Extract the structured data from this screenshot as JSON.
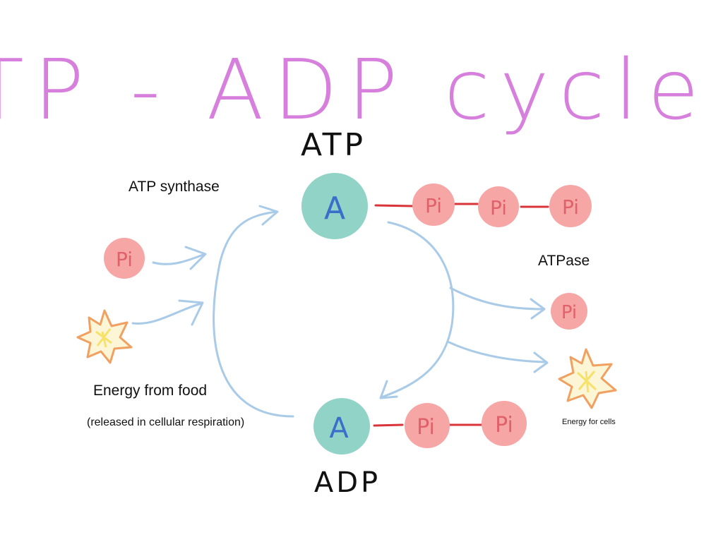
{
  "title": "ATP - ADP cycle",
  "labels": {
    "atp": "ATP",
    "adp": "ADP",
    "atp_synthase": "ATP synthase",
    "atpase": "ATPase",
    "energy_from_food": "Energy from food",
    "released": "(released in cellular respiration)",
    "energy_for_cells": "Energy for cells"
  },
  "molecules": {
    "adenosine": "A",
    "phosphate": "Pi"
  },
  "colors": {
    "title": "#d77fdc",
    "adenosine_fill": "#92d3c8",
    "adenosine_letter": "#3a6fc9",
    "phosphate_fill": "#f7a6a6",
    "phosphate_text": "#e0616a",
    "bond": "#d8343a",
    "arrow": "#a9cbe8",
    "star_outer": "#f0a060",
    "star_inner": "#f6e26a"
  }
}
